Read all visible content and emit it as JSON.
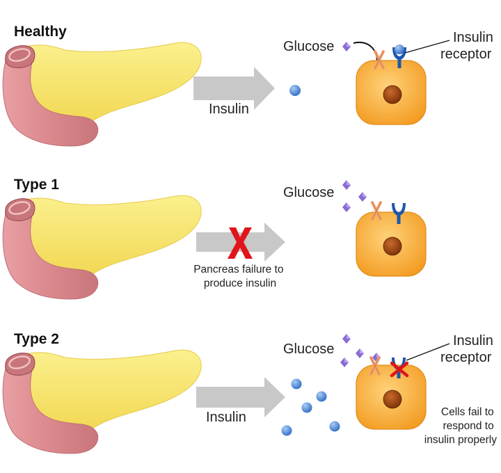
{
  "panels": [
    {
      "heading": "Healthy",
      "arrow_label": "Insulin",
      "glucose_label": "Glucose",
      "receptor_label": [
        "Insulin",
        "receptor"
      ],
      "cell_caption": []
    },
    {
      "heading": "Type 1",
      "arrow_label": "",
      "failure_caption": [
        "Pancreas failure to",
        "produce insulin"
      ],
      "glucose_label": "Glucose",
      "receptor_label": [],
      "cell_caption": []
    },
    {
      "heading": "Type 2",
      "arrow_label": "Insulin",
      "glucose_label": "Glucose",
      "receptor_label": [
        "Insulin",
        "receptor"
      ],
      "cell_caption": [
        "Cells fail to",
        "respond to",
        "insulin properly"
      ]
    }
  ],
  "colors": {
    "pancreas_body": "#f7e46c",
    "pancreas_duct": "#e0a0a2",
    "arrow": "#c8c8c8",
    "insulin": "#4a86d4",
    "glucose": "#8a6ad4",
    "cell": "#f5a833",
    "nucleus": "#a0490f",
    "receptor": "#1e58a8",
    "channel": "#f0a070",
    "fail_x": "#e0141a"
  }
}
